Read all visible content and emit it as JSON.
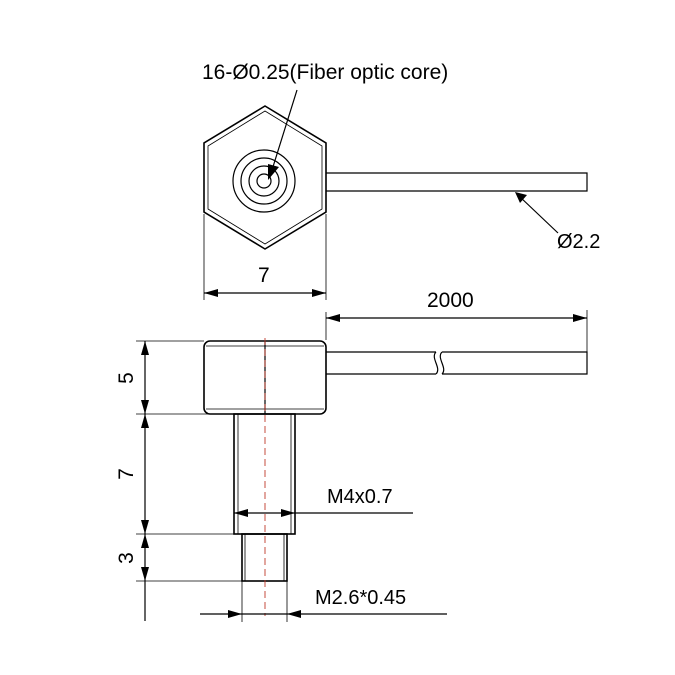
{
  "labels": {
    "fiber_core": "16-Ø0.25(Fiber optic core)",
    "cable_dia": "Ø2.2",
    "hex_width": "7",
    "cable_length": "2000",
    "hex_height": "5",
    "thread_length": "7",
    "tip_length": "3",
    "thread_spec": "M4x0.7",
    "tip_spec": "M2.6*0.45"
  },
  "colors": {
    "line": "#000000",
    "centerline": "#c0392b"
  }
}
